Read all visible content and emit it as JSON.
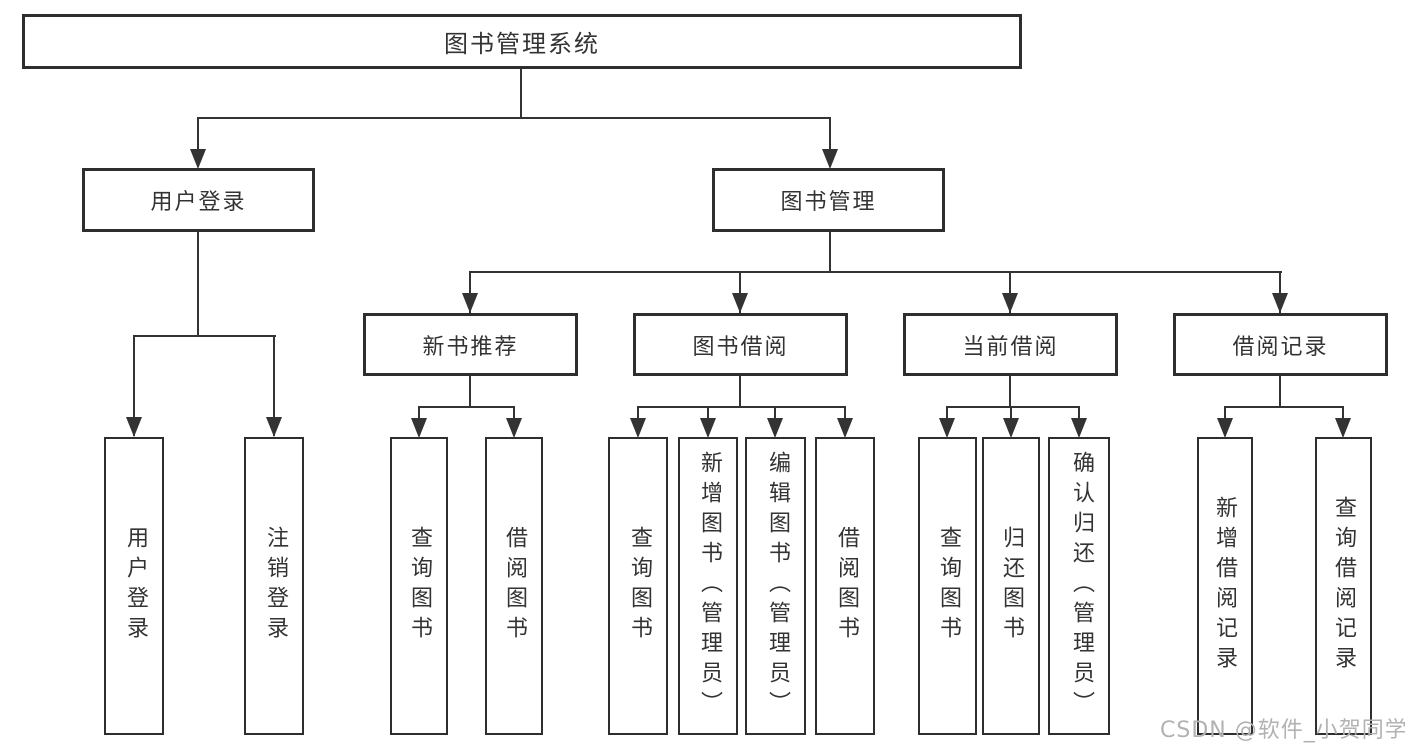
{
  "diagram": {
    "root": {
      "label": "图书管理系统"
    },
    "level2": {
      "user_login": {
        "label": "用户登录"
      },
      "book_mgmt": {
        "label": "图书管理"
      }
    },
    "level3": {
      "new_books": {
        "label": "新书推荐"
      },
      "book_borrow": {
        "label": "图书借阅"
      },
      "current_borrow": {
        "label": "当前借阅"
      },
      "borrow_records": {
        "label": "借阅记录"
      }
    },
    "leaves": {
      "user_login": [
        "用户登录",
        "注销登录"
      ],
      "new_books": [
        "查询图书",
        "借阅图书"
      ],
      "book_borrow": [
        "查询图书",
        "新增图书（管理员）",
        "编辑图书（管理员）",
        "借阅图书"
      ],
      "current_borrow": [
        "查询图书",
        "归还图书",
        "确认归还（管理员）"
      ],
      "borrow_records": [
        "新增借阅记录",
        "查询借阅记录"
      ]
    },
    "watermark": "CSDN @软件_小贺同学"
  },
  "colors": {
    "line": "#333333",
    "box_border": "#2e2e2e",
    "text": "#333333",
    "background": "#ffffff",
    "watermark": "#b2b2b2"
  }
}
